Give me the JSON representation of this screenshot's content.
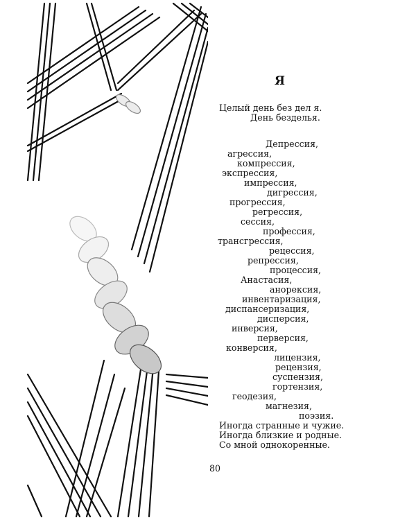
{
  "page": {
    "title": "Я",
    "page_number": "80"
  },
  "poem": {
    "lines": [
      "Целый день без дел я.",
      "День безделья.",
      "Депрессия,",
      "агрессия,",
      "компрессия,",
      "экспрессия,",
      "импрессия,",
      "дигрессия,",
      "прогрессия,",
      "регрессия,",
      "сессия,",
      "профессия,",
      "трансгрессия,",
      "рецессия,",
      "репрессия,",
      "процессия,",
      "Анастасия,",
      "анорексия,",
      "инвентаризация,",
      "диспансеризация,",
      "дисперсия,",
      "инверсия,",
      "перверсия,",
      "конверсия,",
      "лицензия,",
      "рецензия,",
      "суспензия,",
      "гортензия,",
      "геодезия,",
      "магнезия,",
      "поэзия.",
      "Иногда странные и чужие.",
      "Иногда близкие и родные.",
      "Со мной однокоренные."
    ]
  },
  "illustration": {
    "icons": [
      "braid-icon",
      "rope-strands-icon"
    ],
    "colors": {
      "ink": "#111111",
      "pencil": "#8a8a8a"
    }
  }
}
